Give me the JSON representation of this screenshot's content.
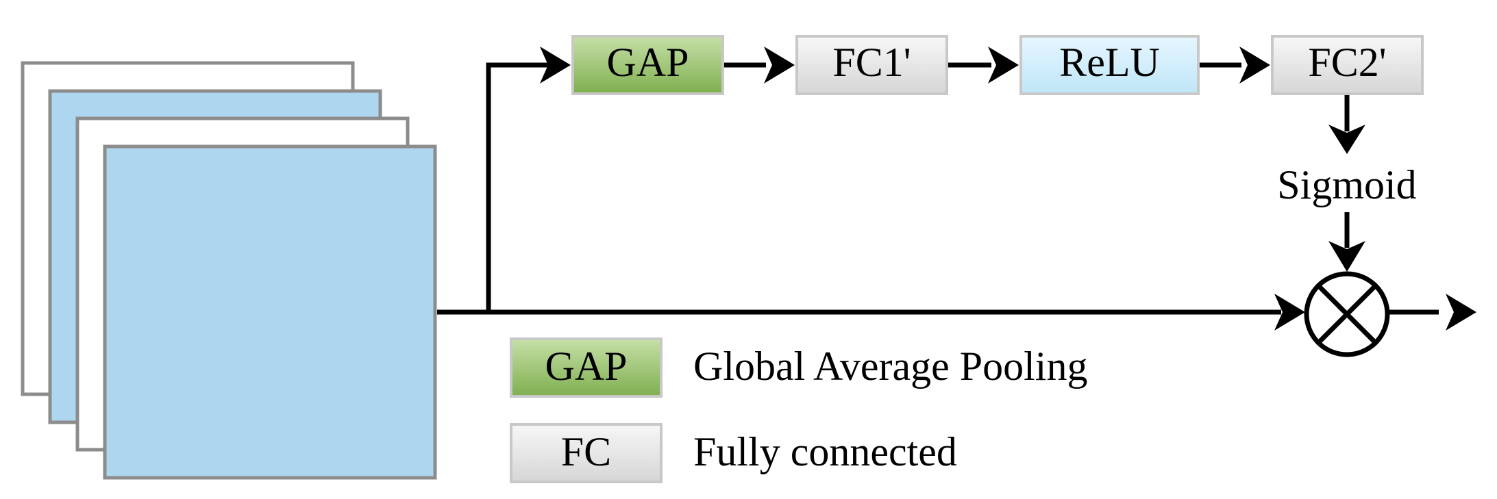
{
  "blocks": {
    "gap": "GAP",
    "fc1": "FC1'",
    "relu": "ReLU",
    "fc2": "FC2'",
    "sigmoid": "Sigmoid"
  },
  "legend": {
    "gap_box": "GAP",
    "gap_desc": "Global Average Pooling",
    "fc_box": "FC",
    "fc_desc": "Fully connected"
  },
  "colors": {
    "feature_map_fill": "#aed6ef",
    "feature_map_stroke": "#8c8c8c",
    "gap_gradient_top": "#c6e0a8",
    "gap_gradient_bottom": "#7faf4f",
    "fc_gradient_top": "#f7f7f7",
    "fc_gradient_bottom": "#d6d6d6",
    "relu_gradient_top": "#e6f6ff",
    "relu_gradient_bottom": "#bfe6f8"
  }
}
